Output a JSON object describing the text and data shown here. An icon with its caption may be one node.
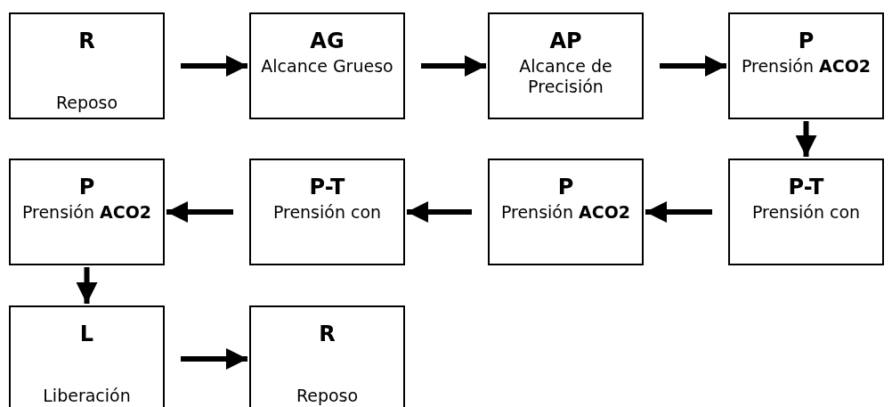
{
  "diagram": {
    "nodes": [
      {
        "text": [
          "R",
          "Reposo"
        ]
      },
      {
        "text": [
          "AG",
          "Alcance Grueso"
        ]
      },
      {
        "text": [
          "AP",
          "Alcance de Precisión"
        ]
      },
      {
        "text": [
          "P",
          "Prensión **ACO2**"
        ]
      },
      {
        "text": [
          "P",
          "Prensión **ACO2**"
        ]
      },
      {
        "text": [
          "P-T",
          "Prensión con"
        ]
      },
      {
        "text": [
          "P",
          "Prensión **ACO2**"
        ]
      },
      {
        "text": [
          "P-T",
          "Prensión con"
        ]
      },
      {
        "text": [
          "L",
          "Liberación"
        ]
      },
      {
        "text": [
          "R",
          "Reposo"
        ]
      }
    ],
    "edges": [
      {
        "from": 0,
        "to": 1,
        "arrow": "to"
      },
      {
        "from": 1,
        "to": 2,
        "arrow": "to"
      },
      {
        "from": 2,
        "to": 3,
        "arrow": "to"
      },
      {
        "from": 3,
        "to": 7,
        "arrow": "to"
      },
      {
        "from": 7,
        "to": 6,
        "arrow": "to"
      },
      {
        "from": 6,
        "to": 5,
        "arrow": "to"
      },
      {
        "from": 5,
        "to": 4,
        "arrow": "to"
      },
      {
        "from": 4,
        "to": 8,
        "arrow": "to"
      },
      {
        "from": 8,
        "to": 9,
        "arrow": "to"
      }
    ]
  }
}
